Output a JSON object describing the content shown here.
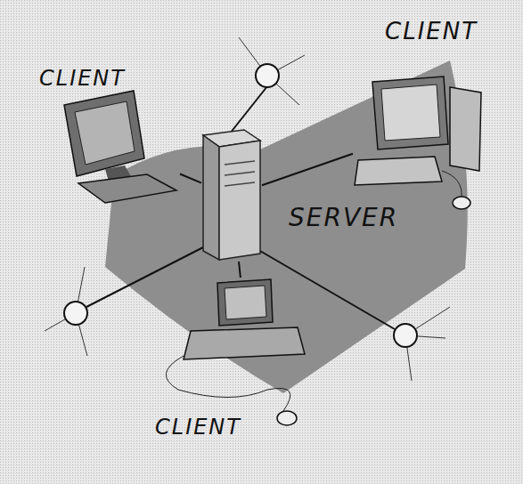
{
  "diagram": {
    "nodes": [
      {
        "text": [
          "CLIENT"
        ]
      },
      {
        "text": [
          "CLIENT"
        ]
      },
      {
        "text": [
          "SERVER"
        ]
      },
      {
        "text": [
          "CLIENT"
        ]
      }
    ],
    "edges": [
      {
        "from": 2,
        "to": 0,
        "arrow": "none"
      },
      {
        "from": 2,
        "to": 1,
        "arrow": "none"
      },
      {
        "from": 2,
        "to": 3,
        "arrow": "none"
      }
    ]
  }
}
